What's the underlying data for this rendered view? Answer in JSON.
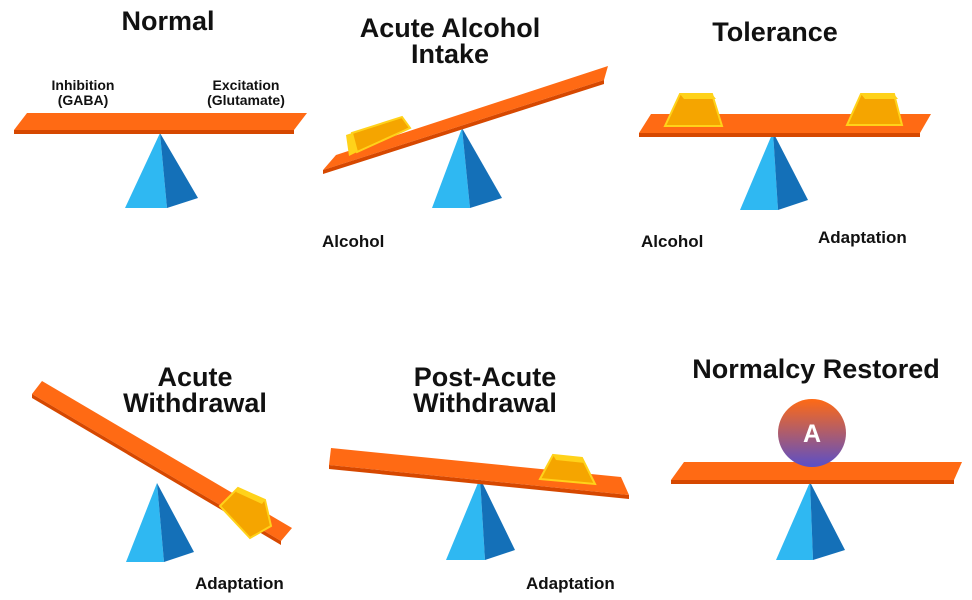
{
  "panels": {
    "normal": {
      "title": "Normal",
      "left_label": "Inhibition\n(GABA)",
      "right_label": "Excitation\n(Glutamate)"
    },
    "acute_intake": {
      "title": "Acute Alcohol\nIntake",
      "weight_label": "Alcohol"
    },
    "tolerance": {
      "title": "Tolerance",
      "left_label": "Alcohol",
      "right_label": "Adaptation"
    },
    "acute_withdrawal": {
      "title": "Acute\nWithdrawal",
      "weight_label": "Adaptation"
    },
    "post_acute_withdrawal": {
      "title": "Post-Acute\nWithdrawal",
      "weight_label": "Adaptation"
    },
    "normalcy_restored": {
      "title": "Normalcy Restored",
      "ball_letter": "A"
    }
  },
  "colors": {
    "plank": "#ff6a14",
    "plank_top": "#ff8a3a",
    "plank_side": "#d64800",
    "fulcrum_light": "#2fb8f2",
    "fulcrum_dark": "#1470b8",
    "weight_top": "#ffd21a",
    "weight_front": "#f5a500",
    "ball_top": "#ff6a14",
    "ball_bottom": "#5a4fc8"
  }
}
